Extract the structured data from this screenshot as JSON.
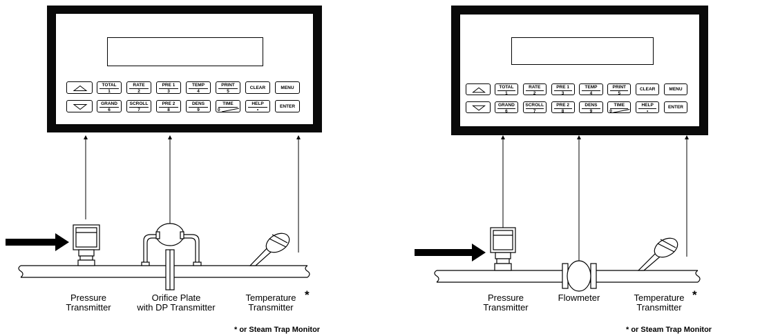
{
  "keypad": {
    "up_icon": "up-triangle-icon",
    "down_icon": "down-triangle-icon",
    "row1": [
      {
        "top": "TOTAL",
        "num": "1"
      },
      {
        "top": "RATE",
        "num": "2"
      },
      {
        "top": "PRE 1",
        "num": "3"
      },
      {
        "top": "TEMP",
        "num": "4"
      },
      {
        "top": "PRINT",
        "num": "5"
      }
    ],
    "row2": [
      {
        "top": "GRAND",
        "num": "6"
      },
      {
        "top": "SCROLL",
        "num": "7"
      },
      {
        "top": "PRE 2",
        "num": "8"
      },
      {
        "top": "DENS",
        "num": "9"
      },
      {
        "top": "TIME",
        "num": "0"
      }
    ],
    "help": {
      "top": "HELP",
      "num": "•"
    },
    "clear": "CLEAR",
    "menu": "MENU",
    "enter": "ENTER"
  },
  "left_diagram": {
    "labels": {
      "pressure": "Pressure\nTransmitter",
      "orifice": "Orifice Plate\nwith DP Transmitter",
      "temperature": "Temperature\nTransmitter",
      "asterisk": "*"
    },
    "footnote": "* or Steam Trap Monitor"
  },
  "right_diagram": {
    "labels": {
      "pressure": "Pressure\nTransmitter",
      "flowmeter": "Flowmeter",
      "temperature": "Temperature\nTransmitter",
      "asterisk": "*"
    },
    "footnote": "* or Steam Trap Monitor"
  }
}
